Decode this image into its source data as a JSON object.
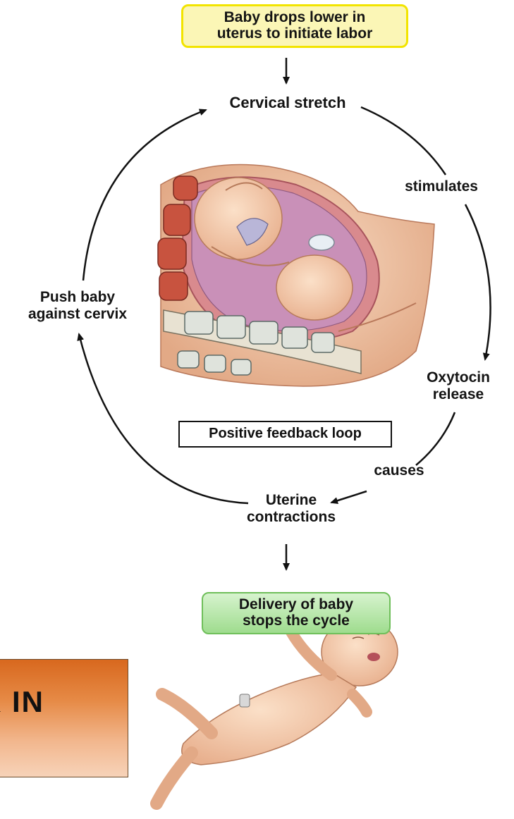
{
  "labels": {
    "start_line1": "Baby drops lower in",
    "start_line2": "uterus to  initiate labor",
    "cervical_stretch": "Cervical stretch",
    "stimulates": "stimulates",
    "oxytocin_line1": "Oxytocin",
    "oxytocin_line2": "release",
    "causes": "causes",
    "uterine_line1": "Uterine",
    "uterine_line2": "contractions",
    "push_line1": "Push baby",
    "push_line2": "against cervix",
    "loop_title": "Positive feedback loop",
    "end_line1": "Delivery of baby",
    "end_line2": "stops the cycle"
  },
  "banner": {
    "text": "K IN"
  },
  "colors": {
    "start_fill": "#fbf6b6",
    "start_border": "#f2e400",
    "end_fill": "#9fdc8e",
    "end_border": "#6fbf5a",
    "banner_top": "#d8681e",
    "banner_bottom": "#f7d3b9",
    "arrow": "#111111",
    "skin": "#f1c7a6"
  },
  "icons": [
    "pregnant-uterus-illustration",
    "newborn-baby-illustration"
  ]
}
